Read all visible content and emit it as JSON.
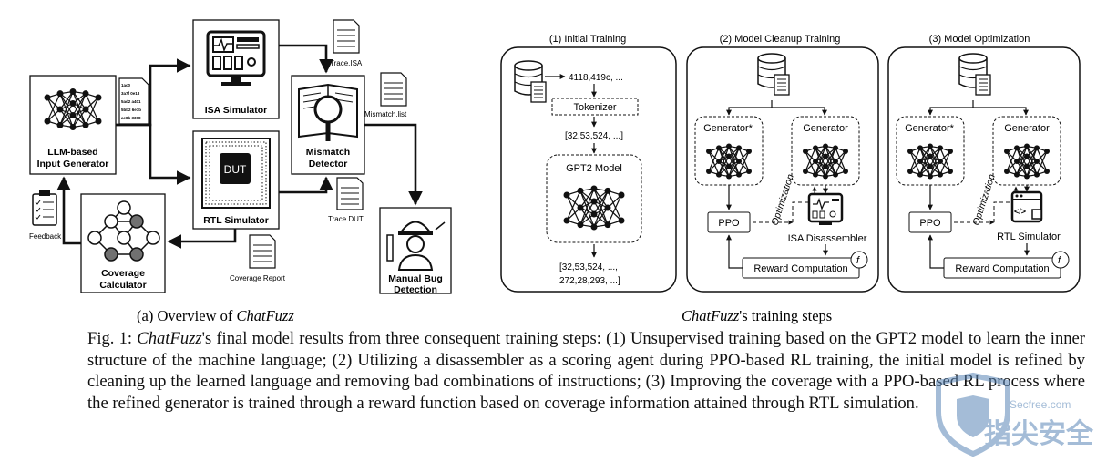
{
  "left_panel": {
    "isa_simulator": "ISA Simulator",
    "llm_generator": [
      "LLM-based",
      "Input Generator"
    ],
    "seed_lines": [
      "1ac0",
      "3a7f 0e13",
      "5ad2 a401",
      "5bb2 6e7b",
      "ae8b 3368"
    ],
    "rtl_simulator": "RTL Simulator",
    "dut": "DUT",
    "mismatch_detector": [
      "Mismatch",
      "Detector"
    ],
    "trace_isa": "Trace.ISA",
    "mismatch_list": "Mismatch.list",
    "trace_dut": "Trace.DUT",
    "feedback": "Feedback",
    "coverage_report": "Coverage Report",
    "coverage_calculator": [
      "Coverage",
      "Calculator"
    ],
    "manual_bug": [
      "Manual Bug",
      "Detection"
    ],
    "subcaption_pre": "(a) Overview of ",
    "subcaption_em": "ChatFuzz"
  },
  "stage1": {
    "title": "(1) Initial Training",
    "tokens_raw": "4118,419c, ...",
    "tokenizer": "Tokenizer",
    "token_ids": "[32,53,524, ...]",
    "model": "GPT2 Model",
    "output_lines": [
      "[32,53,524, ...,",
      "272,28,293, ...]"
    ]
  },
  "stage2": {
    "title": "(2) Model Cleanup Training",
    "generator_star": "Generator*",
    "generator": "Generator",
    "optimization": "Optimization",
    "ppo": "PPO",
    "scorer": "ISA Disassembler",
    "reward": "Reward Computation",
    "fx": "f"
  },
  "stage3": {
    "title": "(3) Model Optimization",
    "generator_star": "Generator*",
    "generator": "Generator",
    "optimization": "Optimization",
    "ppo": "PPO",
    "scorer": "RTL Simulator",
    "reward": "Reward Computation",
    "fx": "f"
  },
  "subcaption_b_em": "ChatFuzz",
  "subcaption_b_rest": "'s training steps",
  "caption": {
    "prefix": "Fig. 1: ",
    "em": "ChatFuzz",
    "rest": "'s final model results from three consequent training steps: (1) Unsupervised training based on the GPT2 model to learn the inner structure of the machine language; (2) Utilizing a disassembler as a scoring agent during PPO-based RL training, the initial model is refined by cleaning up the learned language and removing bad combinations of instructions; (3) Improving the coverage with a PPO-based RL process where the refined generator is trained through a reward function based on coverage information attained through RTL simulation."
  },
  "watermark": {
    "small": "Secfree.com",
    "big": "指尖安全"
  },
  "colors": {
    "ink": "#111111",
    "node_gray": "#707070",
    "watermark": "#5a87b8"
  }
}
